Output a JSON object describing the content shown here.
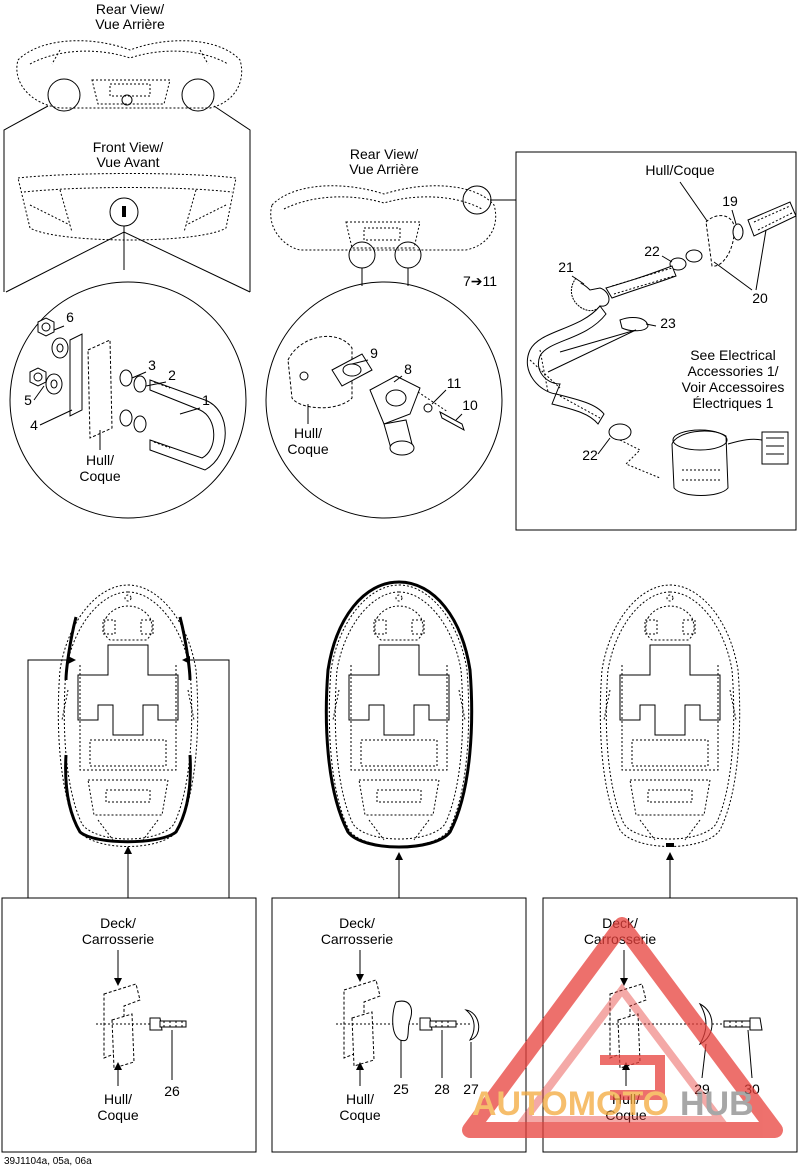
{
  "colors": {
    "line": "#000000",
    "watermark_red": "#e8413c",
    "watermark_orange": "#f3a93b",
    "watermark_gray": "#8a8a8a"
  },
  "top_left": {
    "rear_view": [
      "Rear View/",
      "Vue Arrière"
    ],
    "front_view": [
      "Front View/",
      "Vue Avant"
    ],
    "hull": [
      "Hull/",
      "Coque"
    ],
    "parts": [
      "6",
      "3",
      "2",
      "1",
      "5",
      "4"
    ]
  },
  "top_middle": {
    "rear_view": [
      "Rear View/",
      "Vue Arrière"
    ],
    "range": "7",
    "range_arrow": "➔",
    "range_end": "11",
    "hull": [
      "Hull/",
      "Coque"
    ],
    "parts": [
      "9",
      "8",
      "11",
      "10"
    ]
  },
  "top_right": {
    "hull": "Hull/Coque",
    "see_note": [
      "See Electrical",
      "Accessories 1/",
      "Voir Accessoires",
      "Électriques 1"
    ],
    "parts": [
      "19",
      "22",
      "21",
      "23",
      "20",
      "22"
    ]
  },
  "bottom_left": {
    "deck": [
      "Deck/",
      "Carrosserie"
    ],
    "hull": [
      "Hull/",
      "Coque"
    ],
    "parts": [
      "26"
    ]
  },
  "bottom_middle": {
    "deck": [
      "Deck/",
      "Carrosserie"
    ],
    "hull": [
      "Hull/",
      "Coque"
    ],
    "parts": [
      "25",
      "28",
      "27"
    ]
  },
  "bottom_right": {
    "deck": [
      "Deck/",
      "Carrosserie"
    ],
    "hull": [
      "Hull/",
      "Coque"
    ],
    "parts": [
      "29",
      "30"
    ]
  },
  "footer_code": "39J1104a, 05a, 06a",
  "watermark": {
    "word_a": "AUTOMOTO",
    "word_b": "HUB"
  }
}
